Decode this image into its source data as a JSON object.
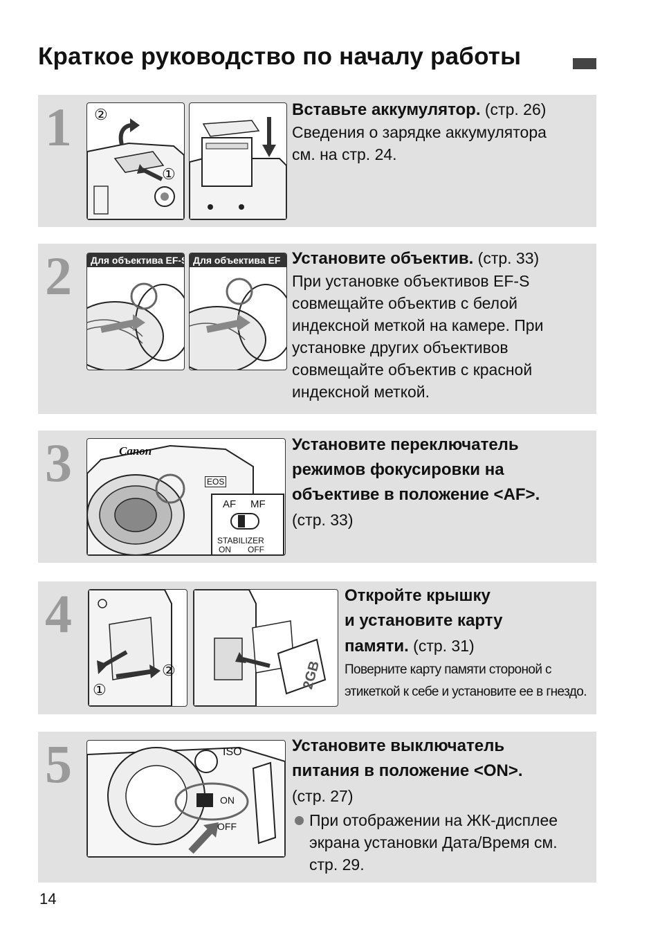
{
  "page": {
    "title": "Краткое руководство по началу работы",
    "number": "14"
  },
  "steps": [
    {
      "num": "1",
      "heading": "Вставьте аккумулятор.",
      "ref": "(стр. 26)",
      "body": [
        "Сведения о зарядке аккумулятора",
        "см. на стр. 24."
      ],
      "markers": [
        "②",
        "①"
      ]
    },
    {
      "num": "2",
      "heading": "Установите объектив.",
      "ref": "(стр. 33)",
      "tags": [
        "Для объектива EF-S",
        "Для объектива EF"
      ],
      "body": [
        "При установке объективов EF-S",
        "совмещайте объектив с белой",
        "индексной меткой на камере. При",
        "установке других объективов",
        "совмещайте объектив с красной",
        "индексной меткой."
      ]
    },
    {
      "num": "3",
      "heading_lines": [
        "Установите переключатель",
        "режимов фокусировки на",
        "объективе в положение <AF>."
      ],
      "ref": "(стр. 33)",
      "illus_labels": [
        "Canon",
        "EOS",
        "AF",
        "MF",
        "STABILIZER",
        "ON",
        "OFF"
      ]
    },
    {
      "num": "4",
      "heading_lines": [
        "Откройте крышку",
        "и установите карту",
        "памяти."
      ],
      "ref": "(стр. 31)",
      "body": [
        "Поверните карту памяти стороной с",
        "этикеткой к себе и установите ее в гнездо."
      ],
      "markers": [
        "②",
        "①"
      ],
      "card_label": "2GB"
    },
    {
      "num": "5",
      "heading_lines": [
        "Установите выключатель",
        "питания в положение <ON>."
      ],
      "ref": "(стр. 27)",
      "bullet": [
        "При отображении на ЖК-дисплее",
        "экрана установки Дата/Время см.",
        "стр. 29."
      ],
      "illus_labels": [
        "ISO",
        "ON",
        "OFF"
      ]
    }
  ]
}
